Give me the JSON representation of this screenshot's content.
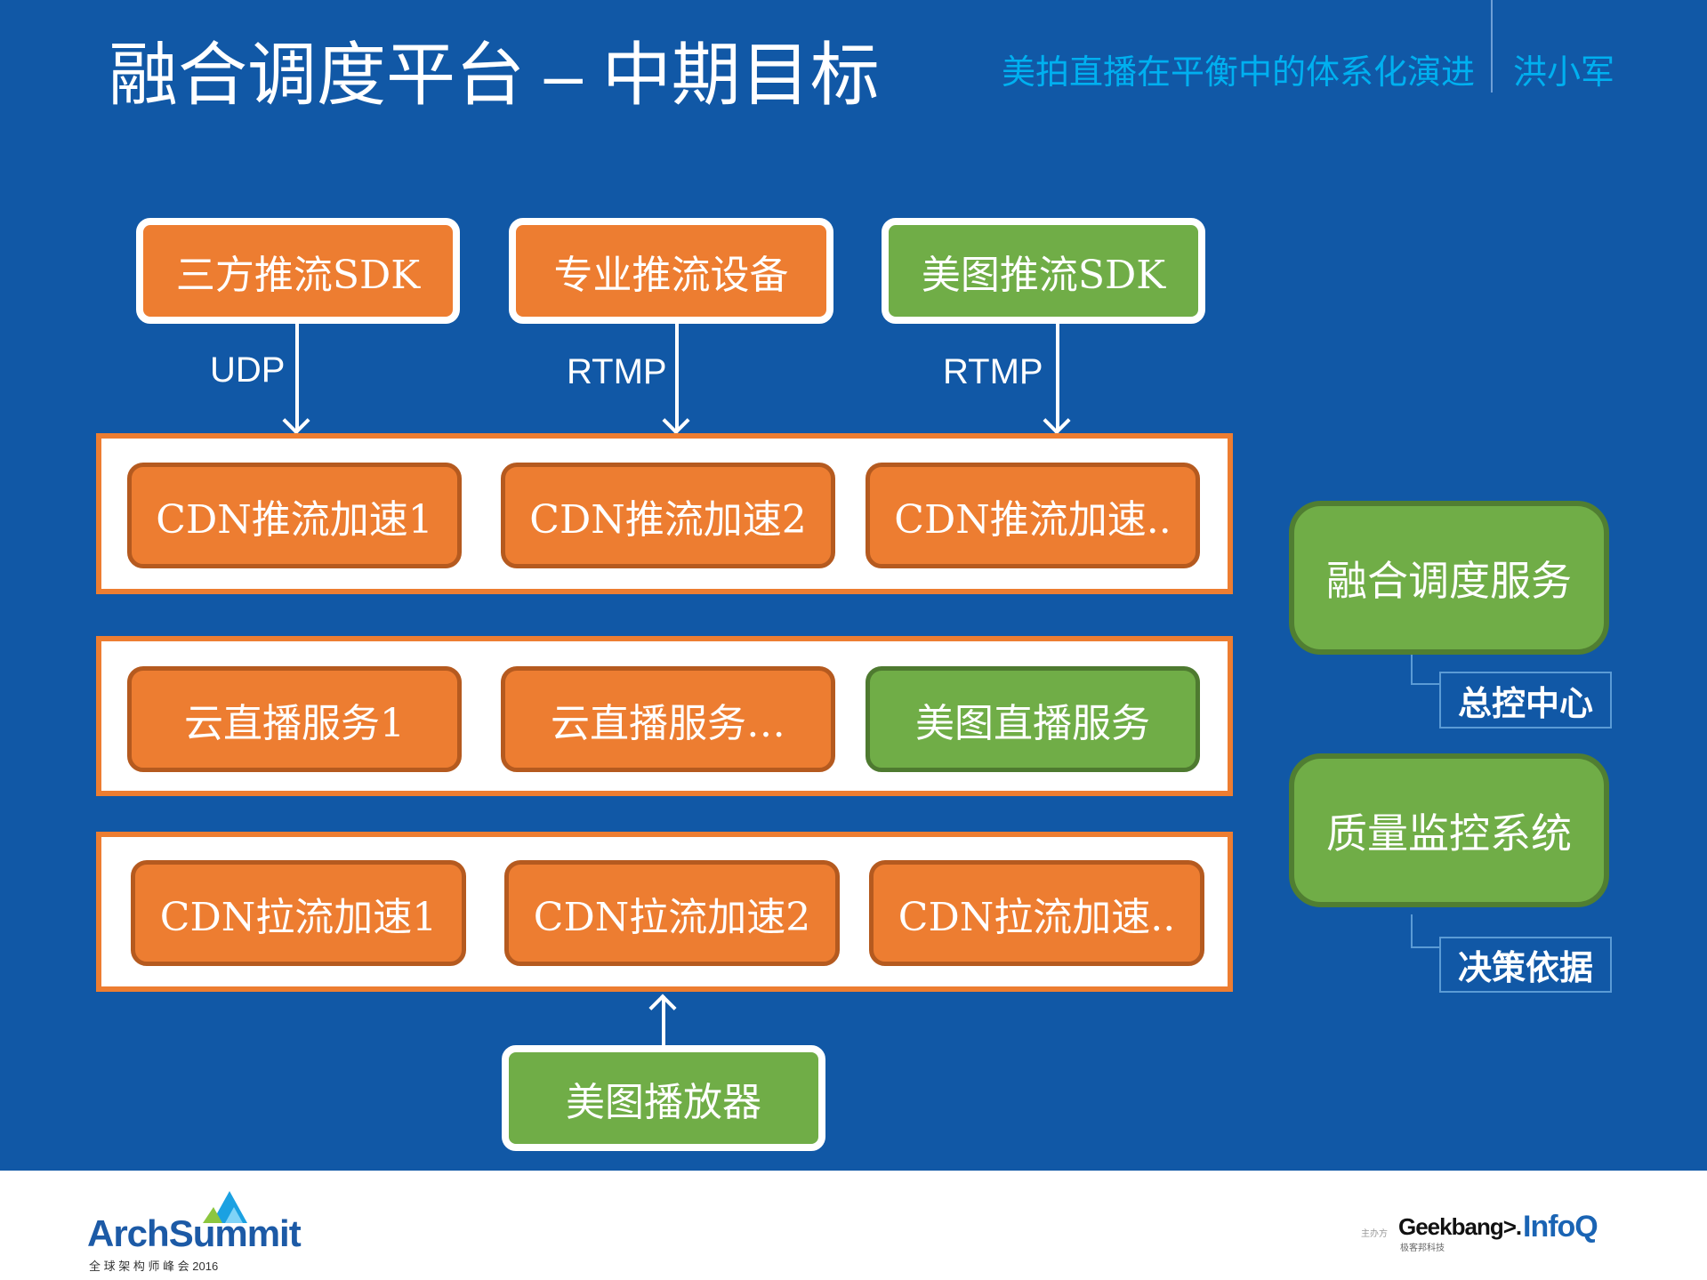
{
  "header": {
    "title": "融合调度平台 – 中期目标",
    "subtitle": "美拍直播在平衡中的体系化演进",
    "author": "洪小军"
  },
  "sources": [
    {
      "label": "三方推流SDK",
      "protocol": "UDP",
      "color": "orange"
    },
    {
      "label": "专业推流设备",
      "protocol": "RTMP",
      "color": "orange"
    },
    {
      "label": "美图推流SDK",
      "protocol": "RTMP",
      "color": "green"
    }
  ],
  "push_layer": [
    "CDN推流加速1",
    "CDN推流加速2",
    "CDN推流加速.."
  ],
  "live_layer": [
    "云直播服务1",
    "云直播服务…",
    "美图直播服务"
  ],
  "pull_layer": [
    "CDN拉流加速1",
    "CDN拉流加速2",
    "CDN拉流加速.."
  ],
  "player": "美图播放器",
  "side_services": [
    {
      "label": "融合调度服务",
      "tag": "总控中心"
    },
    {
      "label": "质量监控系统",
      "tag": "决策依据"
    }
  ],
  "footer": {
    "left_logo": "ArchSummit",
    "left_logo_sub": "全 球 架 构 师 峰 会 2016",
    "organizer_label": "主办方",
    "geekbang_logo": "Geekbang>.",
    "geekbang_sub": "极客邦科技",
    "infoq_logo": "InfoQ"
  },
  "colors": {
    "background": "#1158a6",
    "orange": "#ed7d31",
    "green": "#70ad47",
    "accent_text": "#00b0f0"
  }
}
